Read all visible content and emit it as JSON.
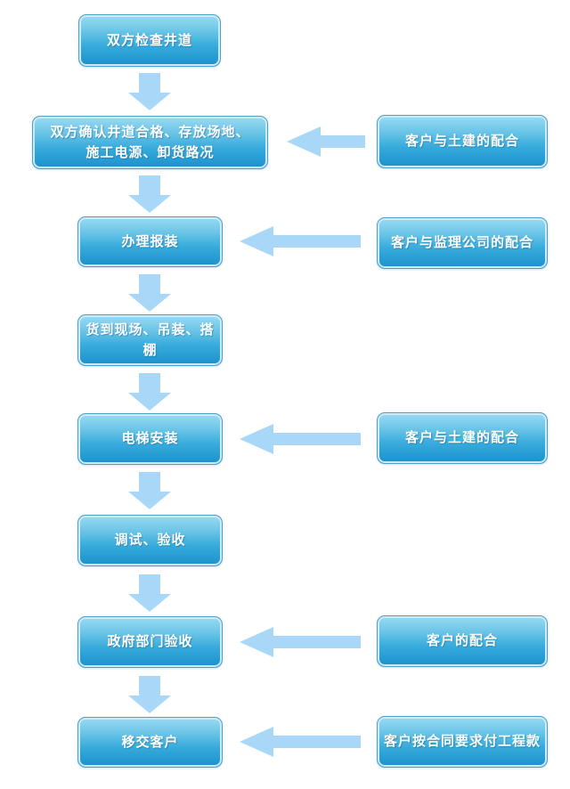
{
  "diagram_title": "",
  "colors": {
    "node_gradient_top": "#9bdaf3",
    "node_gradient_bottom": "#1e8ec6",
    "node_border": "#4f9fc6",
    "node_inner_rim": "#cdeaf8",
    "node_text": "#ffffff",
    "arrow_fill": "#a9d7f7",
    "background": "#ffffff"
  },
  "flow": {
    "steps": [
      {
        "label": "双方检查井道"
      },
      {
        "label": "双方确认井道合格、存放场地、\n施工电源、卸货路况"
      },
      {
        "label": "办理报装"
      },
      {
        "label": "货到现场、吊装、搭棚"
      },
      {
        "label": "电梯安装"
      },
      {
        "label": "调试、验收"
      },
      {
        "label": "政府部门验收"
      },
      {
        "label": "移交客户"
      }
    ],
    "side_inputs": [
      {
        "label": "客户与土建的配合",
        "connects_to_step": 1
      },
      {
        "label": "客户与监理公司的配合",
        "connects_to_step": 2
      },
      {
        "label": "客户与土建的配合",
        "connects_to_step": 4
      },
      {
        "label": "客户的配合",
        "connects_to_step": 6
      },
      {
        "label": "客户按合同要求付工程款",
        "connects_to_step": 7
      }
    ]
  }
}
